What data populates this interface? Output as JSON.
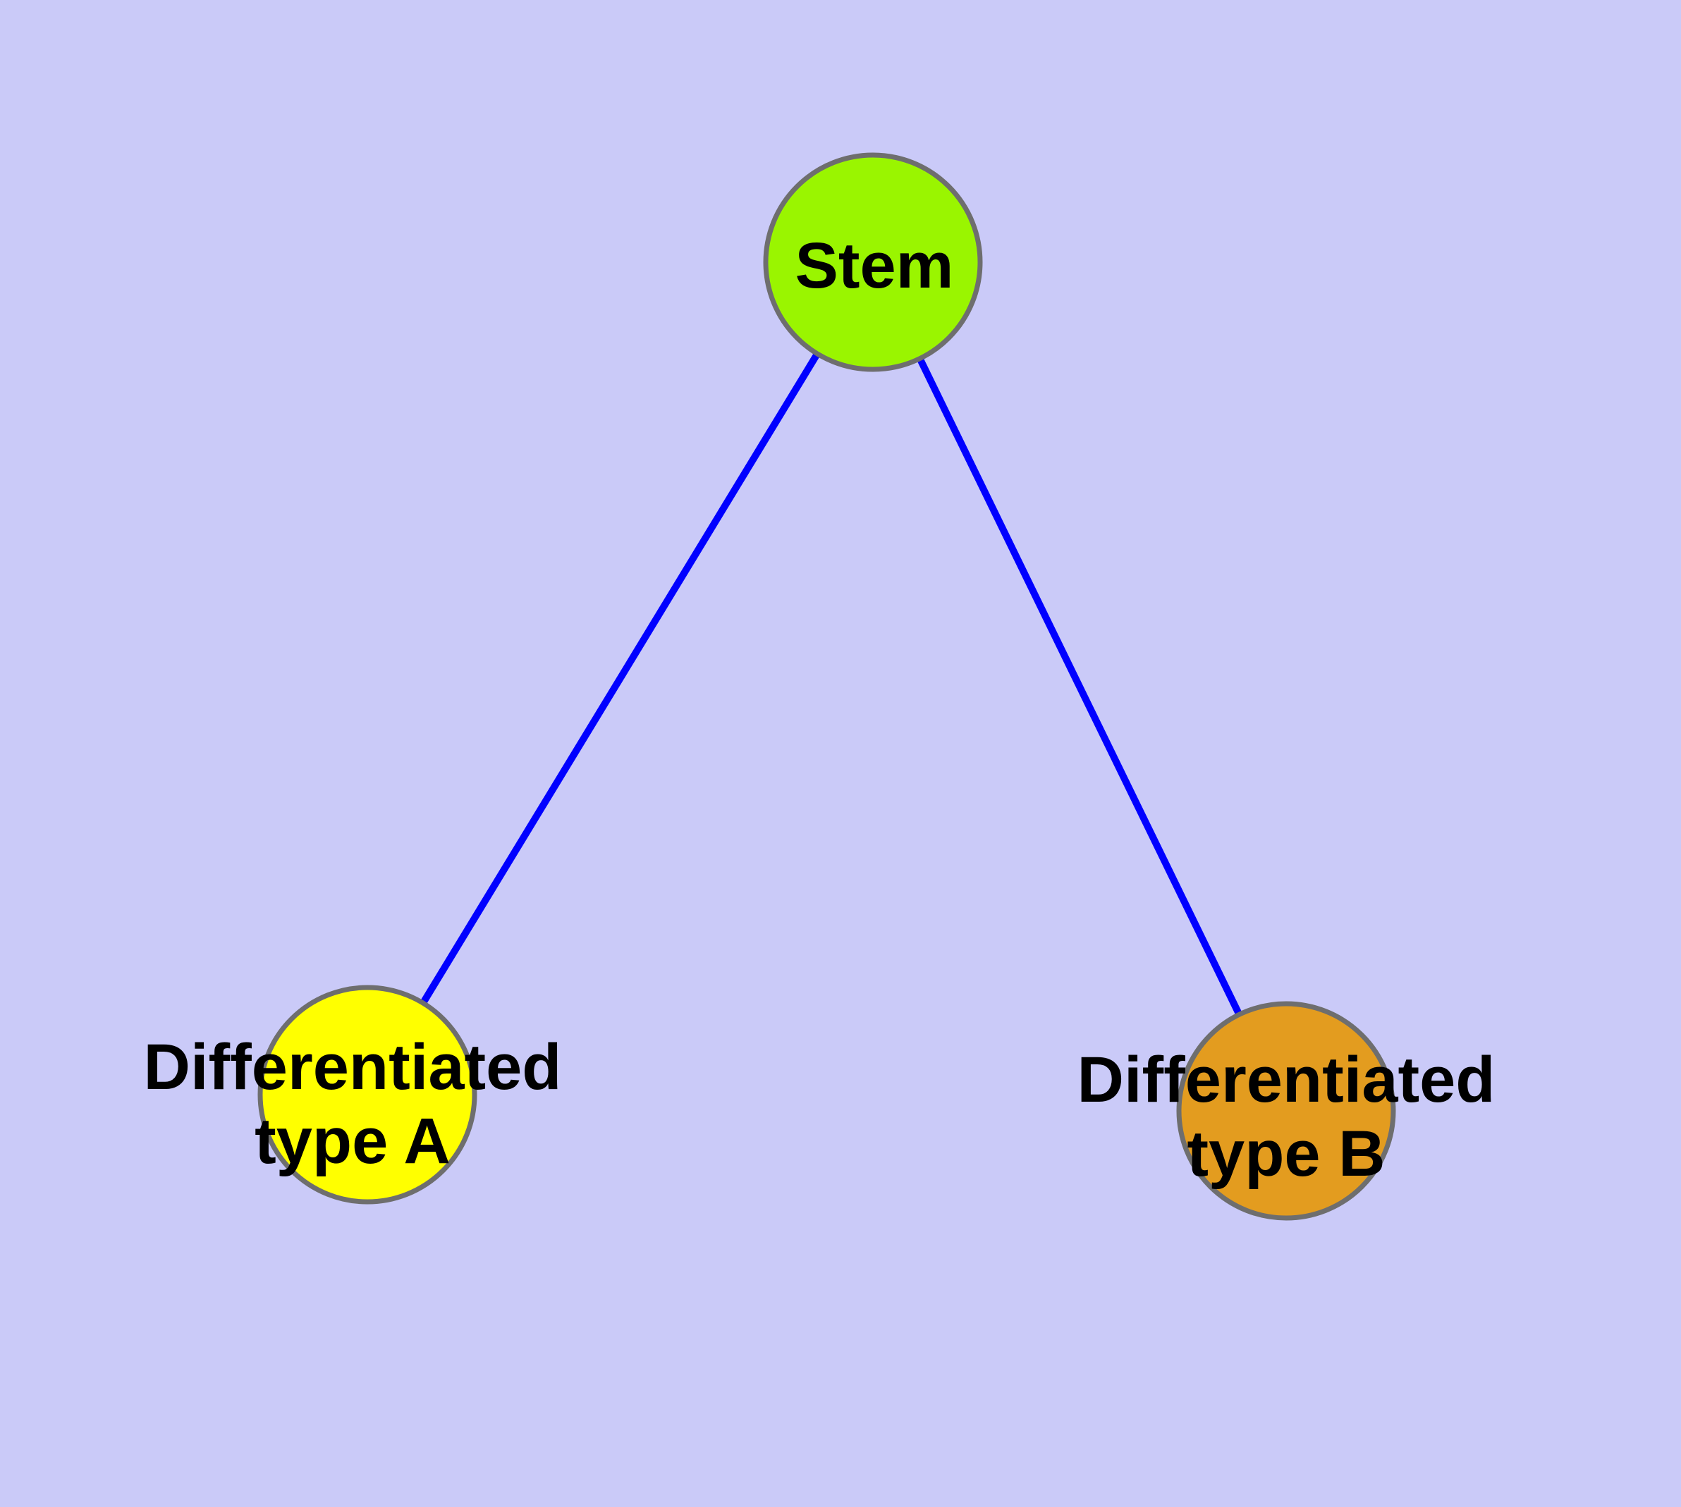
{
  "diagram": {
    "type": "node-link-graph",
    "background_color": "#CACAF8",
    "edge_color": "#0000FF",
    "node_border_color": "#6E6E6E",
    "label_color": "#000000",
    "nodes": [
      {
        "id": "stem",
        "lines": [
          "Stem"
        ],
        "color": "#9AF500"
      },
      {
        "id": "type-a",
        "lines": [
          "Differentiated",
          "type A"
        ],
        "color": "#FFFF00"
      },
      {
        "id": "type-b",
        "lines": [
          "Differentiated",
          "type B"
        ],
        "color": "#E39C1F"
      }
    ],
    "edges": [
      {
        "from": "stem",
        "to": "type-a"
      },
      {
        "from": "stem",
        "to": "type-b"
      }
    ]
  }
}
